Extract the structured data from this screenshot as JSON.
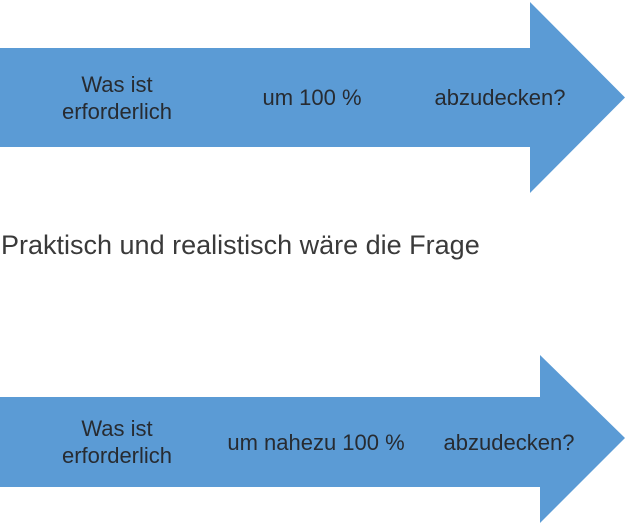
{
  "colors": {
    "background": "#ffffff",
    "arrow_fill": "#5b9bd5",
    "arrow_text": "#272b31",
    "paragraph_text": "#3a3a3a"
  },
  "middle_text": "Praktisch und realistisch wäre die Frage",
  "top_arrow": {
    "label_left_line1": "Was ist",
    "label_left_line2": "erforderlich",
    "label_center": "um 100 %",
    "label_right": "abzudecken?"
  },
  "bottom_arrow": {
    "label_left_line1": "Was ist",
    "label_left_line2": "erforderlich",
    "label_center": "um nahezu 100 %",
    "label_right": "abzudecken?"
  }
}
